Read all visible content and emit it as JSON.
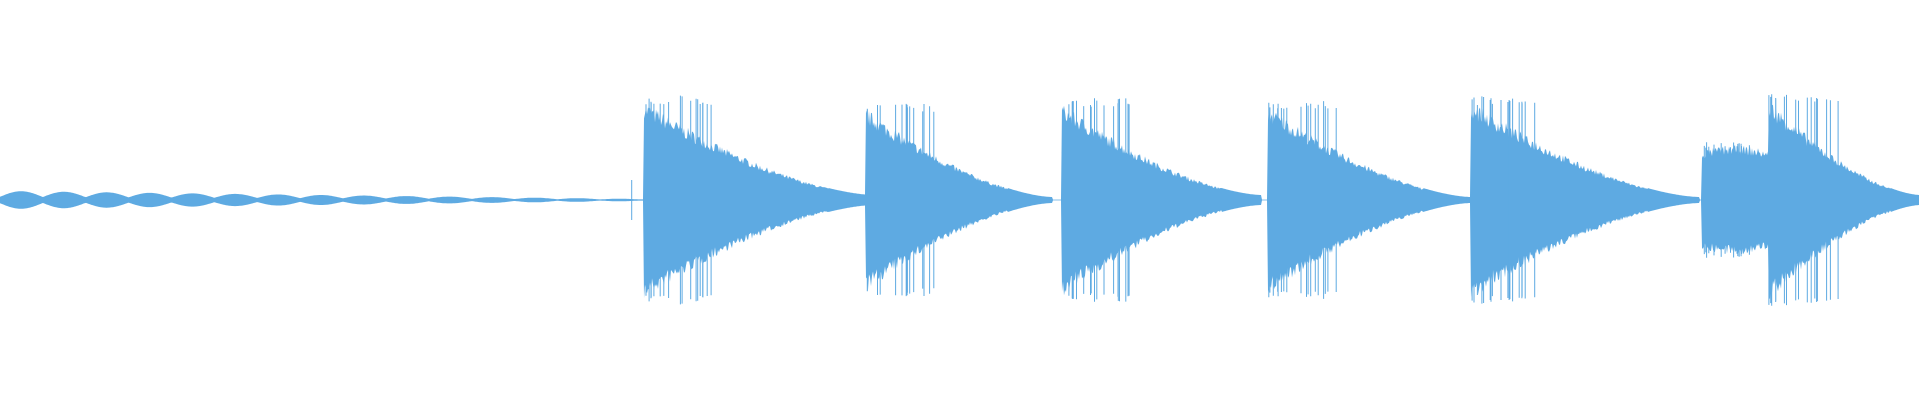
{
  "waveform": {
    "color": "#5eaae2",
    "background": "#ffffff",
    "intro": {
      "type": "low-level tremolo, fading",
      "lobes": 15,
      "start_level": 0.09,
      "end_level": 0.01
    },
    "hits": [
      {
        "start": 0.335,
        "peak": 1.0,
        "decay_end": 0.455,
        "tail_level": 0.05
      },
      {
        "start": 0.451,
        "peak": 0.92,
        "decay_end": 0.548,
        "tail_level": 0.03
      },
      {
        "start": 0.553,
        "peak": 0.97,
        "decay_end": 0.657,
        "tail_level": 0.05
      },
      {
        "start": 0.66,
        "peak": 0.95,
        "decay_end": 0.766,
        "tail_level": 0.03
      },
      {
        "start": 0.766,
        "peak": 1.0,
        "decay_end": 0.885,
        "tail_level": 0.03
      },
      {
        "start": 0.886,
        "peak": 0.55,
        "decay_end": 0.921,
        "tail_level": 0.55,
        "plateau": true
      },
      {
        "start": 0.921,
        "peak": 1.02,
        "decay_end": 1.0,
        "tail_level": 0.05
      }
    ]
  }
}
